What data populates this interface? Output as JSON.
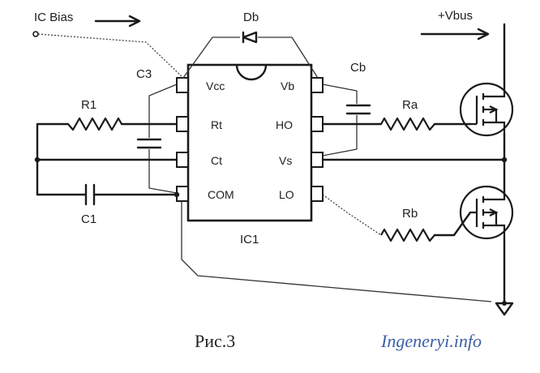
{
  "labels": {
    "ic_bias": "IC Bias",
    "vbus": "+Vbus",
    "db": "Db",
    "c3": "C3",
    "cb": "Cb",
    "r1": "R1",
    "c1": "C1",
    "ra": "Ra",
    "rb": "Rb",
    "ic": "IC1"
  },
  "pins": {
    "vcc": "Vcc",
    "rt": "Rt",
    "ct": "Ct",
    "com": "COM",
    "vb": "Vb",
    "ho": "HO",
    "vs": "Vs",
    "lo": "LO"
  },
  "caption": "Рис.3",
  "watermark": "Ingeneryi.info",
  "colors": {
    "ink": "#1a1a1a",
    "watermark": "#3a5fa8"
  }
}
